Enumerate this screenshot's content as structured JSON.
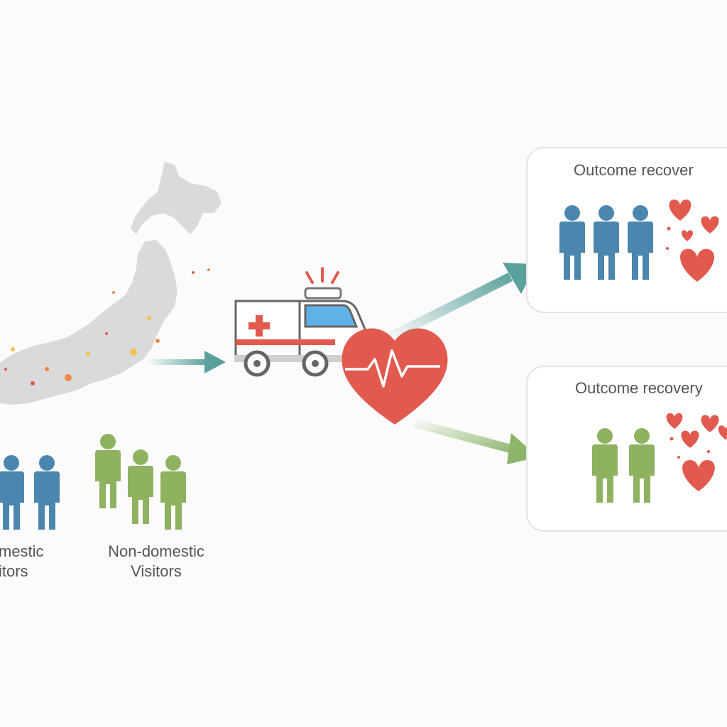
{
  "colors": {
    "domestic": "#4a86ae",
    "non_domestic": "#8fb260",
    "heart": "#e25a4e",
    "arrow_teal": "#5aa19d",
    "arrow_green": "#8cb56a",
    "map": "#d9d9d9",
    "siren": "#e25a4e"
  },
  "icons": {
    "map": "japan-map-icon",
    "ambulance": "ambulance-icon",
    "heart": "heartbeat-heart-icon",
    "person": "person-icon",
    "small_heart": "heart-icon"
  },
  "groups": {
    "domestic": {
      "label_line1": "mestic",
      "label_line2": "itors"
    },
    "non_domestic": {
      "label_line1": "Non-domestic",
      "label_line2": "Visitors"
    }
  },
  "outcomes": {
    "top": {
      "title": "Outcome recover"
    },
    "bottom": {
      "title": "Outcome recovery"
    }
  }
}
